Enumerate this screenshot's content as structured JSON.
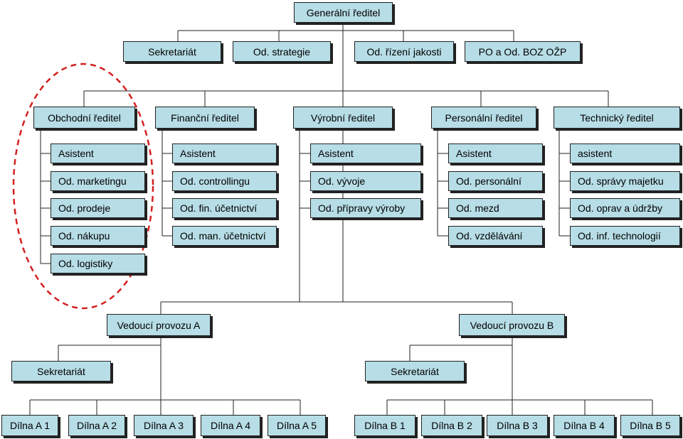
{
  "top": {
    "director": "Generální ředitel",
    "staff": [
      "Sekretariát",
      "Od. strategie",
      "Od. řízení jakosti",
      "PO a Od. BOZ OŽP"
    ]
  },
  "directors": [
    {
      "title": "Obchodní ředitel",
      "units": [
        "Asistent",
        "Od. marketingu",
        "Od. prodeje",
        "Od. nákupu",
        "Od. logistiky"
      ]
    },
    {
      "title": "Finanční ředitel",
      "units": [
        "Asistent",
        "Od. controllingu",
        "Od. fin. účetnictví",
        "Od. man. účetnictví"
      ]
    },
    {
      "title": "Výrobní ředitel",
      "units": [
        "Asistent",
        "Od. vývoje",
        "Od. přípravy výroby"
      ]
    },
    {
      "title": "Personální ředitel",
      "units": [
        "Asistent",
        "Od. personální",
        "Od. mezd",
        "Od. vzdělávání"
      ]
    },
    {
      "title": "Technický ředitel",
      "units": [
        "asistent",
        "Od. správy majetku",
        "Od. oprav a údržby",
        "Od. inf. technologií"
      ]
    }
  ],
  "plants": [
    {
      "head": "Vedoucí provozu A",
      "secretariat": "Sekretariát",
      "workshops": [
        "Dílna A 1",
        "Dílna A 2",
        "Dílna A 3",
        "Dílna A 4",
        "Dílna A 5"
      ]
    },
    {
      "head": "Vedoucí provozu B",
      "secretariat": "Sekretariát",
      "workshops": [
        "Dílna B 1",
        "Dílna B 2",
        "Dílna B 3",
        "Dílna B 4",
        "Dílna B 5"
      ]
    }
  ],
  "colors": {
    "box_fill": "#b7dde6",
    "line": "#222222",
    "highlight": "#d42020"
  }
}
